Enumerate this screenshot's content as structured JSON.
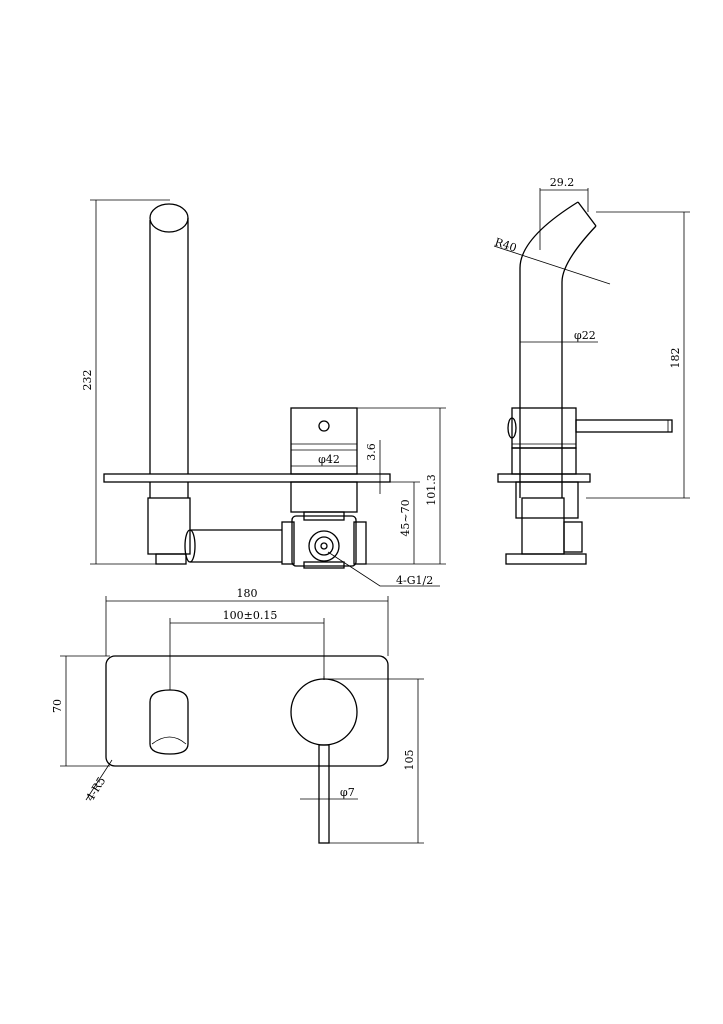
{
  "dimensions": {
    "side_height": "232",
    "valve_dia": "φ42",
    "plate_thickness": "3.6",
    "valve_height": "101.3",
    "depth_range": "45~70",
    "inlet_thread": "4-G1/2",
    "spout_offset": "29.2",
    "spout_radius": "R40",
    "spout_dia": "φ22",
    "spout_height": "182",
    "plate_width": "180",
    "center_distance": "100±0.15",
    "plate_height": "70",
    "corner_radius": "4-R5",
    "lever_length": "105",
    "lever_dia": "φ7"
  }
}
